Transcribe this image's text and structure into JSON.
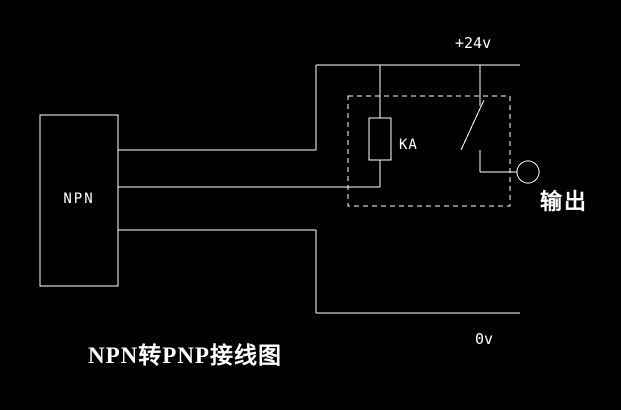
{
  "diagram": {
    "npn_label": "NPN",
    "relay_label": "KA",
    "supply_label": "+24v",
    "ground_label": "0v",
    "output_label": "输出",
    "title": "NPN转PNP接线图",
    "colors": {
      "background": "#000000",
      "line": "#ffffff",
      "text": "#ffffff"
    }
  }
}
